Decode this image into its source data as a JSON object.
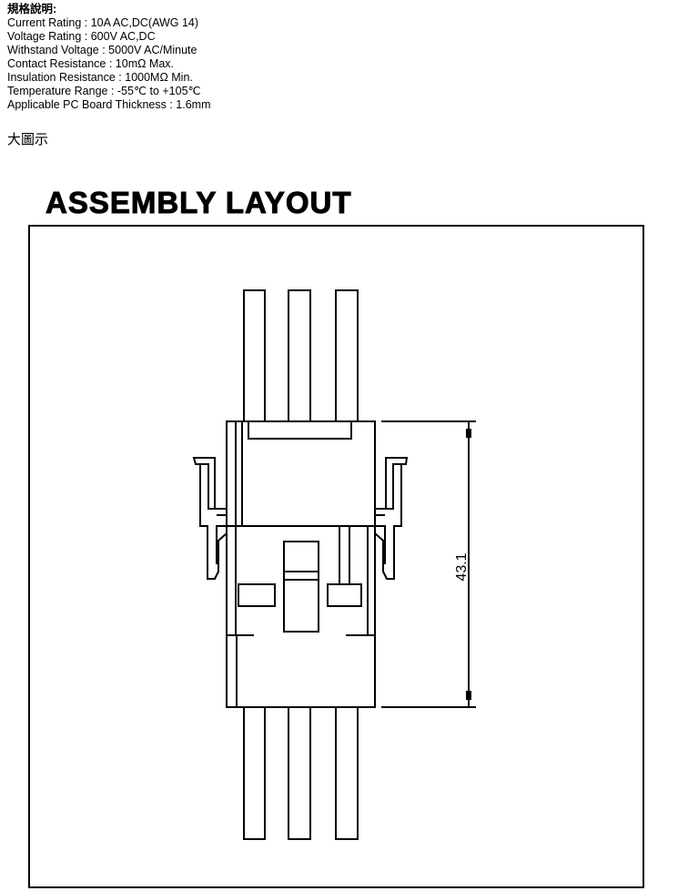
{
  "specs": {
    "heading": "規格說明:",
    "lines": [
      "Current Rating : 10A AC,DC(AWG 14)",
      "Voltage Rating : 600V AC,DC",
      "Withstand Voltage : 5000V AC/Minute",
      "Contact Resistance : 10mΩ Max.",
      "Insulation Resistance : 1000MΩ Min.",
      "Temperature Range : -55℃ to +105℃",
      "Applicable PC Board Thickness : 1.6mm"
    ]
  },
  "large_image_label": "大圖示",
  "drawing": {
    "title": "ASSEMBLY LAYOUT",
    "dimension": "43.1"
  }
}
